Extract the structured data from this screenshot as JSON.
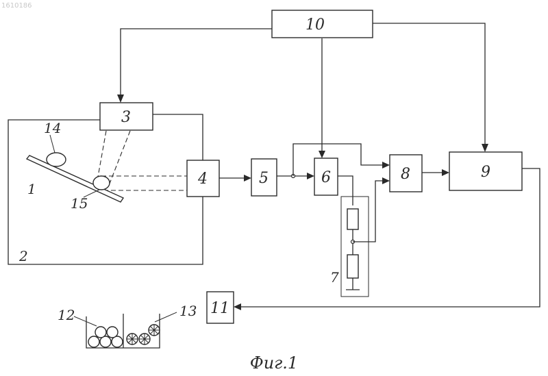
{
  "watermark": "1610186",
  "blocks": {
    "b3": "3",
    "b4": "4",
    "b5": "5",
    "b6": "6",
    "b8": "8",
    "b9": "9",
    "b10": "10",
    "b11": "11"
  },
  "labels": {
    "l1": "1",
    "l2": "2",
    "l7": "7",
    "l12": "12",
    "l13": "13",
    "l14": "14",
    "l15": "15"
  },
  "caption": "Фиг.1"
}
